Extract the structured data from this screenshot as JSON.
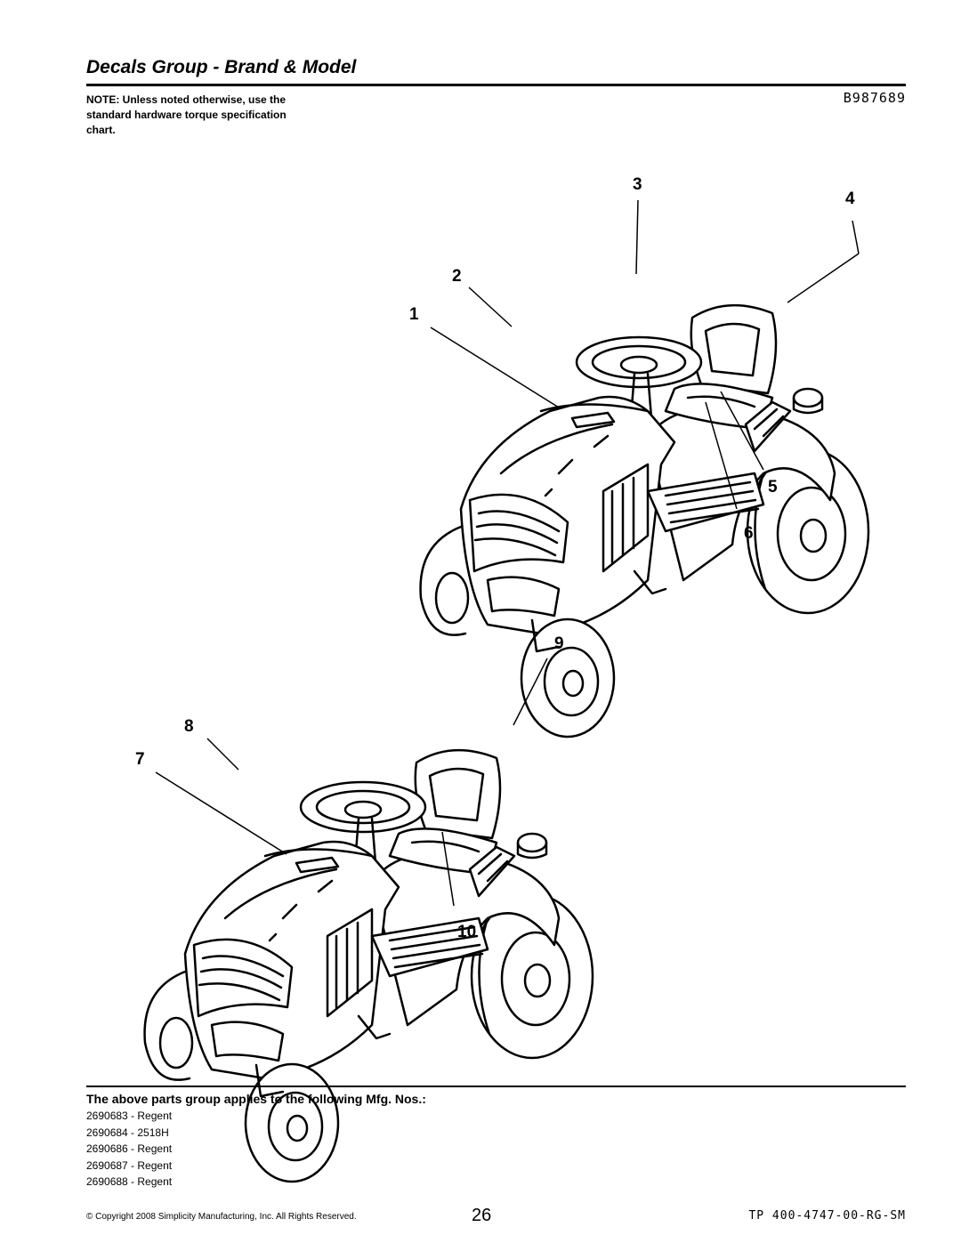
{
  "header": {
    "title": "Decals Group - Brand & Model",
    "note": "NOTE: Unless noted otherwise, use the standard hardware torque specification chart.",
    "part_code": "B987689"
  },
  "callouts": [
    "1",
    "2",
    "3",
    "4",
    "5",
    "6",
    "7",
    "8",
    "9",
    "10"
  ],
  "applies": {
    "heading": "The above parts group applies to the following Mfg. Nos.:",
    "items": [
      "2690683 - Regent",
      "2690684 - 2518H",
      "2690686 - Regent",
      "2690687 - Regent",
      "2690688 - Regent"
    ]
  },
  "footer": {
    "copyright": "© Copyright 2008 Simplicity Manufacturing, Inc. All Rights Reserved.",
    "page_number": "26",
    "doc_code": "TP 400-4747-00-RG-SM"
  }
}
